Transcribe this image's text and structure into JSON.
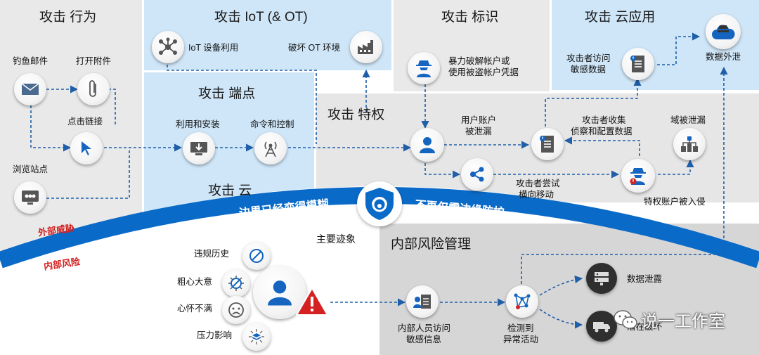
{
  "sections": {
    "behavior": "攻击 行为",
    "iot": "攻击 IoT (& OT)",
    "identity": "攻击 标识",
    "cloud_app": "攻击 云应用",
    "endpoint": "攻击 端点",
    "privilege": "攻击 特权",
    "cloud": "攻击 云",
    "insider": "内部风险管理"
  },
  "banner": {
    "left": "边界已经变得模糊",
    "right": "不再仅需边缘防护"
  },
  "side_labels": {
    "external": "外部威胁",
    "internal": "内部风险"
  },
  "nodes": {
    "phishing": "钓鱼邮件",
    "open_attachment": "打开附件",
    "click_link": "点击链接",
    "browse_site": "浏览站点",
    "iot_device": "IoT 设备利用",
    "ot_env": "破坏 OT 环境",
    "exploit_install": "利用和安装",
    "command_control": "命令和控制",
    "brute_force_1": "暴力破解帐户或",
    "brute_force_2": "使用被盗帐户凭据",
    "access_sensitive_1": "攻击者访问",
    "access_sensitive_2": "敏感数据",
    "data_exfil": "数据外泄",
    "user_account_1": "用户账户",
    "user_account_2": "被泄漏",
    "recon_1": "攻击者收集",
    "recon_2": "侦察和配置数据",
    "domain_leak": "域被泄漏",
    "lateral_1": "攻击者尝试",
    "lateral_2": "横向移动",
    "priv_compromised": "特权账户被入侵",
    "main_signs": "主要迹象",
    "violation_history": "违规历史",
    "careless": "粗心大意",
    "disgruntled": "心怀不满",
    "stress": "压力影响",
    "insider_access_1": "内部人员访问",
    "insider_access_2": "敏感信息",
    "detect_1": "检测到",
    "detect_2": "异常活动",
    "data_leak": "数据泄露",
    "data_damage": "潜在破坏"
  },
  "watermark": "说一工作室",
  "colors": {
    "panel_gray": "#e9e9e9",
    "panel_blue": "#cfe6f8",
    "panel_mid": "#d6d6d6",
    "arc_blue": "#0a6ac8",
    "line_blue": "#1f5fa8",
    "icon_blue": "#1565c0",
    "red": "#d42222"
  },
  "icons": {
    "phishing": "mail-icon",
    "open_attachment": "paperclip-icon",
    "click_link": "cursor-icon",
    "browse_site": "web-icon",
    "iot_device": "network-icon",
    "ot_env": "factory-icon",
    "exploit_install": "download-monitor-icon",
    "command_control": "antenna-icon",
    "identity": "hacker-icon",
    "access_sensitive": "document-alert-icon",
    "data_exfil": "cloud-spy-icon",
    "user_account": "user-icon",
    "recon": "document-alert-icon",
    "domain_leak": "domain-network-icon",
    "lateral": "share-icon",
    "priv_compromised": "hacker-alert-icon",
    "shield": "shield-icon",
    "insider_user": "user-icon",
    "warning": "warning-icon",
    "insider_access": "user-document-icon",
    "detect": "anomaly-icon",
    "data_leak": "server-icon",
    "data_damage": "truck-icon"
  }
}
